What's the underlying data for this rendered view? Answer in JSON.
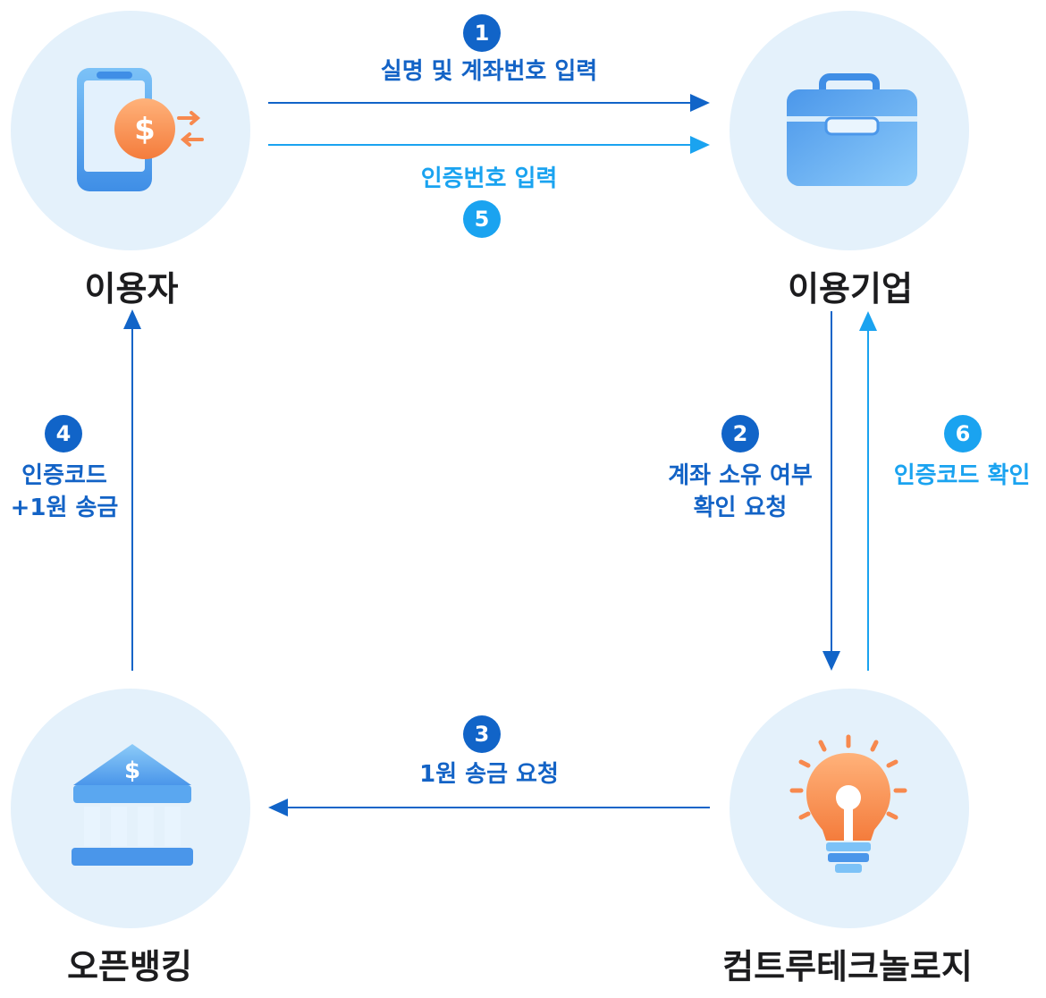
{
  "nodes": {
    "user": "이용자",
    "company": "이용기업",
    "openbanking": "오픈뱅킹",
    "comtech": "컴트루테크놀로지"
  },
  "steps": [
    {
      "num": "1",
      "lines": [
        "실명 및 계좌번호 입력"
      ]
    },
    {
      "num": "2",
      "lines": [
        "계좌 소유 여부",
        "확인 요청"
      ]
    },
    {
      "num": "3",
      "lines": [
        "1원 송금 요청"
      ]
    },
    {
      "num": "4",
      "lines": [
        "인증코드",
        "+1원 송금"
      ]
    },
    {
      "num": "5",
      "lines": [
        "인증번호 입력"
      ]
    },
    {
      "num": "6",
      "lines": [
        "인증코드 확인"
      ]
    }
  ],
  "icons": {
    "user": "smartphone-dollar-icon",
    "company": "briefcase-icon",
    "openbanking": "bank-icon",
    "comtech": "lightbulb-icon",
    "phone_symbol": "$",
    "bank_symbol": "$"
  },
  "colors": {
    "dark_blue": "#1164c8",
    "light_blue": "#1aa3f0",
    "circle_bg": "#e4f1fb",
    "accent_orange": "#f7894e"
  }
}
